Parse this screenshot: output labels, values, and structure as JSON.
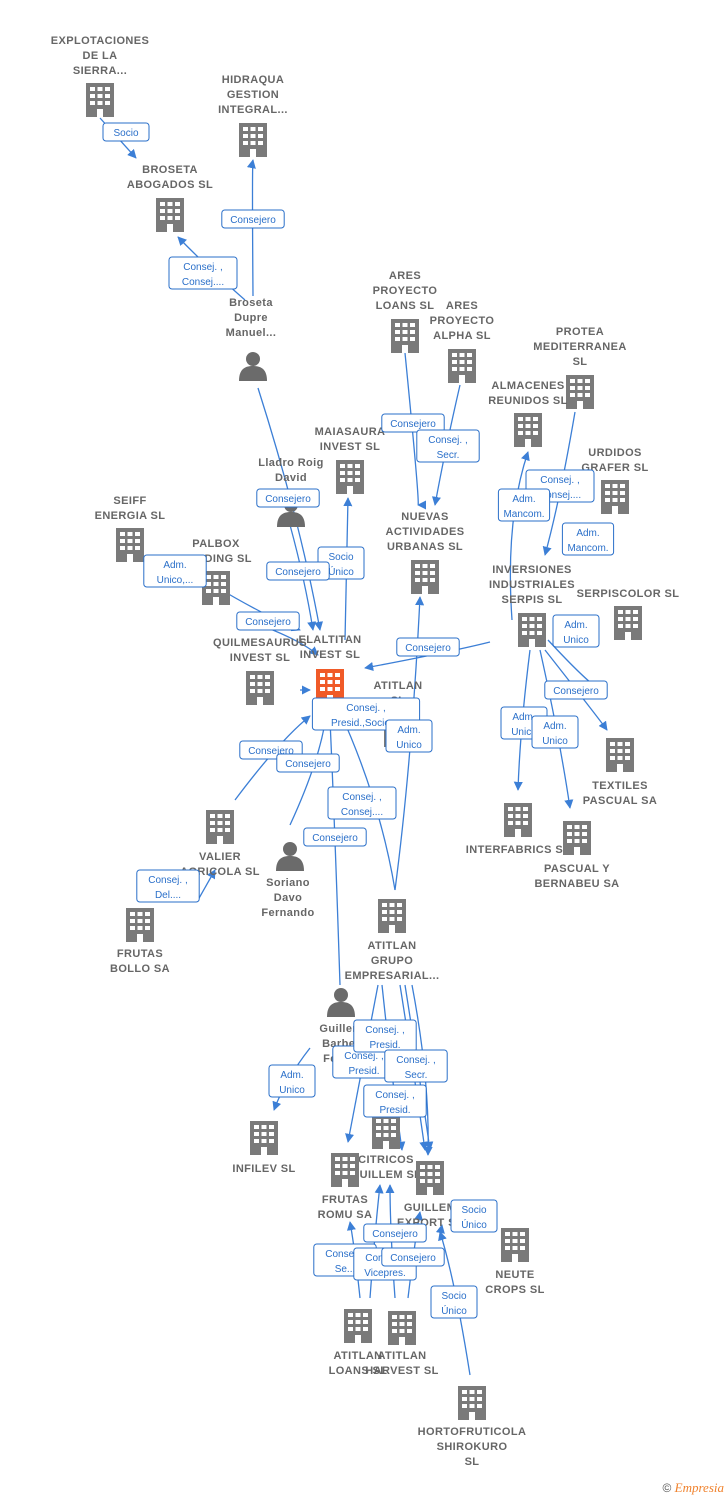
{
  "colors": {
    "accent": "#3c7fd6",
    "company": "#7a7a7a",
    "focus_company": "#f05a28",
    "person": "#6b6b6b"
  },
  "nodes": [
    {
      "id": "explotaciones",
      "type": "company",
      "lines": [
        "EXPLOTACIONES",
        "DE LA",
        "SIERRA..."
      ]
    },
    {
      "id": "hidraqua",
      "type": "company",
      "lines": [
        "HIDRAQUA",
        "GESTION",
        "INTEGRAL..."
      ]
    },
    {
      "id": "broseta_abogados",
      "type": "company",
      "lines": [
        "BROSETA",
        "ABOGADOS SL"
      ]
    },
    {
      "id": "broseta_dupre",
      "type": "person",
      "lines": [
        "Broseta",
        "Dupre",
        "Manuel..."
      ]
    },
    {
      "id": "ares_loans",
      "type": "company",
      "lines": [
        "ARES",
        "PROYECTO",
        "LOANS  SL"
      ]
    },
    {
      "id": "ares_alpha",
      "type": "company",
      "lines": [
        "ARES",
        "PROYECTO",
        "ALPHA  SL"
      ]
    },
    {
      "id": "protea",
      "type": "company",
      "lines": [
        "PROTEA",
        "MEDITERRANEA",
        "SL"
      ]
    },
    {
      "id": "almacenes",
      "type": "company",
      "lines": [
        "ALMACENES",
        "REUNIDOS  SL"
      ]
    },
    {
      "id": "maiasaura",
      "type": "company",
      "lines": [
        "MAIASAURA",
        "INVEST  SL"
      ]
    },
    {
      "id": "lladro",
      "type": "person",
      "lines": [
        "Lladro Roig",
        "David"
      ]
    },
    {
      "id": "urdidos",
      "type": "company",
      "lines": [
        "URDIDOS",
        "GRAFER SL"
      ]
    },
    {
      "id": "seiff",
      "type": "company",
      "lines": [
        "SEIFF",
        "ENERGIA SL"
      ]
    },
    {
      "id": "palbox",
      "type": "company",
      "lines": [
        "PALBOX",
        "HOLDING SL"
      ]
    },
    {
      "id": "nuevas",
      "type": "company",
      "lines": [
        "NUEVAS",
        "ACTIVIDADES",
        "URBANAS SL"
      ]
    },
    {
      "id": "inversiones",
      "type": "company",
      "lines": [
        "INVERSIONES",
        "INDUSTRIALES",
        "SERPIS SL"
      ]
    },
    {
      "id": "serpiscolor",
      "type": "company",
      "lines": [
        "SERPISCOLOR SL"
      ]
    },
    {
      "id": "quilmesaurus",
      "type": "company",
      "lines": [
        "QUILMESAURUS",
        "INVEST  SL"
      ]
    },
    {
      "id": "elaltitan",
      "type": "focus",
      "lines": [
        "ELALTITAN",
        "INVEST  SL"
      ]
    },
    {
      "id": "atitlan_sl",
      "type": "company",
      "lines": [
        "ATITLAN",
        "SL"
      ]
    },
    {
      "id": "textiles",
      "type": "company",
      "lines": [
        "TEXTILES",
        "PASCUAL SA"
      ]
    },
    {
      "id": "interfabrics",
      "type": "company",
      "lines": [
        "INTERFABRICS SL"
      ]
    },
    {
      "id": "pascual_bernabeu",
      "type": "company",
      "lines": [
        "PASCUAL Y",
        "BERNABEU SA"
      ]
    },
    {
      "id": "valier",
      "type": "company",
      "lines": [
        "VALIER",
        "AGRICOLA  SL"
      ]
    },
    {
      "id": "soriano",
      "type": "person",
      "lines": [
        "Soriano",
        "Davo",
        "Fernando"
      ]
    },
    {
      "id": "frutas_bollo",
      "type": "company",
      "lines": [
        "FRUTAS",
        "BOLLO SA"
      ]
    },
    {
      "id": "atitlan_grupo",
      "type": "company",
      "lines": [
        "ATITLAN",
        "GRUPO",
        "EMPRESARIAL..."
      ]
    },
    {
      "id": "guillem_person",
      "type": "person",
      "lines": [
        "Guillem",
        "Barber",
        "Fern..."
      ]
    },
    {
      "id": "infilev",
      "type": "company",
      "lines": [
        "INFILEV SL"
      ]
    },
    {
      "id": "citricos",
      "type": "company",
      "lines": [
        "CITRICOS",
        "GUILLEM  SL"
      ]
    },
    {
      "id": "frutas_romu",
      "type": "company",
      "lines": [
        "FRUTAS",
        "ROMU SA"
      ]
    },
    {
      "id": "guillem_export",
      "type": "company",
      "lines": [
        "GUILLEM",
        "EXPORT SL"
      ]
    },
    {
      "id": "neute",
      "type": "company",
      "lines": [
        "NEUTE",
        "CROPS  SL"
      ]
    },
    {
      "id": "atitlan_loans",
      "type": "company",
      "lines": [
        "ATITLAN",
        "LOANS  SL"
      ]
    },
    {
      "id": "atitlan_harvest",
      "type": "company",
      "lines": [
        "ATITLAN",
        "HARVEST  SL"
      ]
    },
    {
      "id": "hortofruticola",
      "type": "company",
      "lines": [
        "HORTOFRUTICOLA",
        "SHIROKURO",
        "SL"
      ]
    }
  ],
  "relations": [
    {
      "lines": [
        "Socio"
      ]
    },
    {
      "lines": [
        "Consejero"
      ]
    },
    {
      "lines": [
        "Consej. ,",
        "Consej...."
      ]
    },
    {
      "lines": [
        "Consejero"
      ]
    },
    {
      "lines": [
        "Consej. ,",
        "Secr."
      ]
    },
    {
      "lines": [
        "Consej. ,",
        "Consej...."
      ]
    },
    {
      "lines": [
        "Adm.",
        "Mancom."
      ]
    },
    {
      "lines": [
        "Adm.",
        "Mancom."
      ]
    },
    {
      "lines": [
        "Consejero"
      ]
    },
    {
      "lines": [
        "Socio",
        "Único"
      ]
    },
    {
      "lines": [
        "Adm.",
        "Unico,..."
      ]
    },
    {
      "lines": [
        "Consejero"
      ]
    },
    {
      "lines": [
        "Consejero"
      ]
    },
    {
      "lines": [
        "Consejero"
      ]
    },
    {
      "lines": [
        "Adm.",
        "Unico"
      ]
    },
    {
      "lines": [
        "Consej. ,",
        "Presid.,Socio...."
      ]
    },
    {
      "lines": [
        "Consejero"
      ]
    },
    {
      "lines": [
        "Adm.",
        "Unico"
      ]
    },
    {
      "lines": [
        "Adm.",
        "Unico"
      ]
    },
    {
      "lines": [
        "Adm.",
        "Unico"
      ]
    },
    {
      "lines": [
        "Consejero"
      ]
    },
    {
      "lines": [
        "Consejero"
      ]
    },
    {
      "lines": [
        "Consej. ,",
        "Consej...."
      ]
    },
    {
      "lines": [
        "Consejero"
      ]
    },
    {
      "lines": [
        "Consej. ,",
        "Del...."
      ]
    },
    {
      "lines": [
        "Consej. ,",
        "Presid."
      ]
    },
    {
      "lines": [
        "Consej. ,",
        "Presid."
      ]
    },
    {
      "lines": [
        "Consej. ,",
        "Secr."
      ]
    },
    {
      "lines": [
        "Consej. ,",
        "Presid."
      ]
    },
    {
      "lines": [
        "Adm.",
        "Unico"
      ]
    },
    {
      "lines": [
        "Socio",
        "Único"
      ]
    },
    {
      "lines": [
        "Consej. ,",
        "Se..."
      ]
    },
    {
      "lines": [
        "Consejero"
      ]
    },
    {
      "lines": [
        "Consej. ,",
        "Vicepres."
      ]
    },
    {
      "lines": [
        "Consejero"
      ]
    },
    {
      "lines": [
        "Socio",
        "Único"
      ]
    }
  ],
  "footer": {
    "copyright": "©",
    "brand": "Empresia"
  }
}
